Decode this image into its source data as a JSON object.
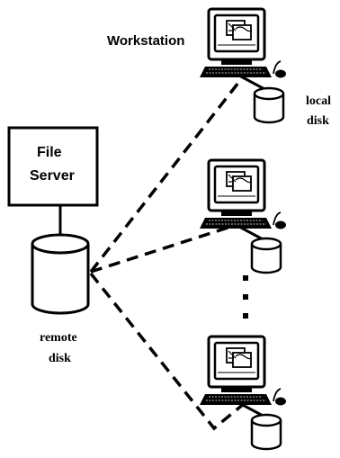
{
  "diagram": {
    "workstation_label": "Workstation",
    "server_label_line1": "File",
    "server_label_line2": "Server",
    "local_disk_line1": "local",
    "local_disk_line2": "disk",
    "remote_disk_line1": "remote",
    "remote_disk_line2": "disk"
  },
  "colors": {
    "ink": "#000000",
    "paper": "#ffffff"
  },
  "icons": [
    "workstation-icon",
    "disk-icon",
    "file-server-box",
    "dashed-connection"
  ]
}
